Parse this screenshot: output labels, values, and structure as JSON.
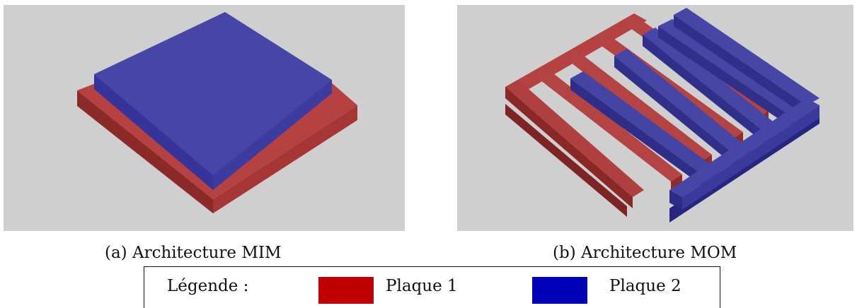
{
  "figures": [
    {
      "caption": "(a) Architecture MIM"
    },
    {
      "caption": "(b) Architecture MOM"
    }
  ],
  "legend": {
    "title": "Légende :",
    "items": [
      {
        "label": "Plaque 1",
        "color": "#c00000"
      },
      {
        "label": "Plaque 2",
        "color": "#0000b8"
      }
    ]
  },
  "colors": {
    "background": "#cfcfcf",
    "plate1_top": "#b34545",
    "plate1_side": "#8f2a2a",
    "plate2_top": "#4545a2",
    "plate2_side": "#2f2f8c"
  }
}
